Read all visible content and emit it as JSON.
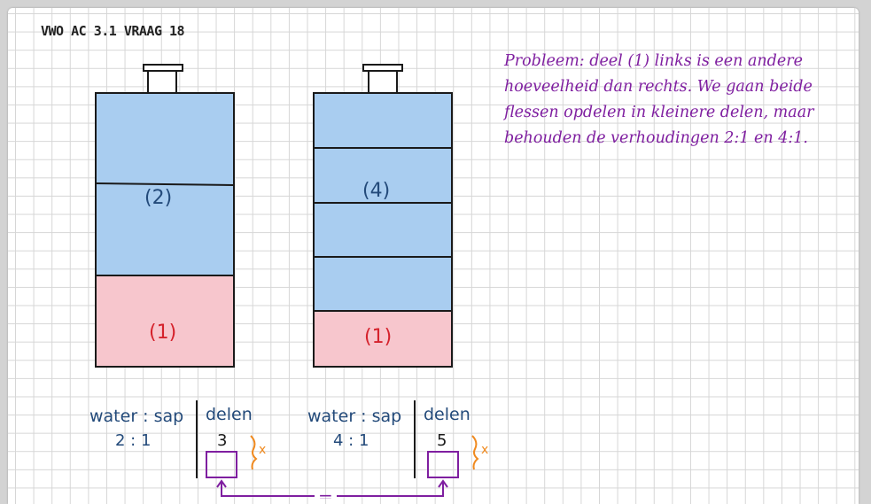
{
  "header": {
    "title": "VWO AC 3.1 VRAAG 18"
  },
  "problem_text": "Probleem: deel (1) links is een andere hoeveelheid dan rechts. We gaan beide flessen opdelen in kleinere delen, maar behouden de verhoudingen 2:1 en 4:1.",
  "colors": {
    "water": "#a9cdf0",
    "juice": "#f7c6cd",
    "outline": "#1a1a1a",
    "label_blue": "#234a7a",
    "label_red": "#d5222c",
    "purple": "#7f1fa0",
    "orange": "#f08a1f"
  },
  "bottles": {
    "left": {
      "water_label": "(2)",
      "juice_label": "(1)"
    },
    "right": {
      "water_label": "(4)",
      "juice_label": "(1)"
    }
  },
  "tables": {
    "left": {
      "ratio_header": "water : sap",
      "ratio_values": "2 : 1",
      "parts_header": "delen",
      "parts_value": "3",
      "multiplier": "x"
    },
    "right": {
      "ratio_header": "water : sap",
      "ratio_values": "4 : 1",
      "parts_header": "delen",
      "parts_value": "5",
      "multiplier": "x"
    }
  },
  "connector": {
    "symbol": "="
  }
}
